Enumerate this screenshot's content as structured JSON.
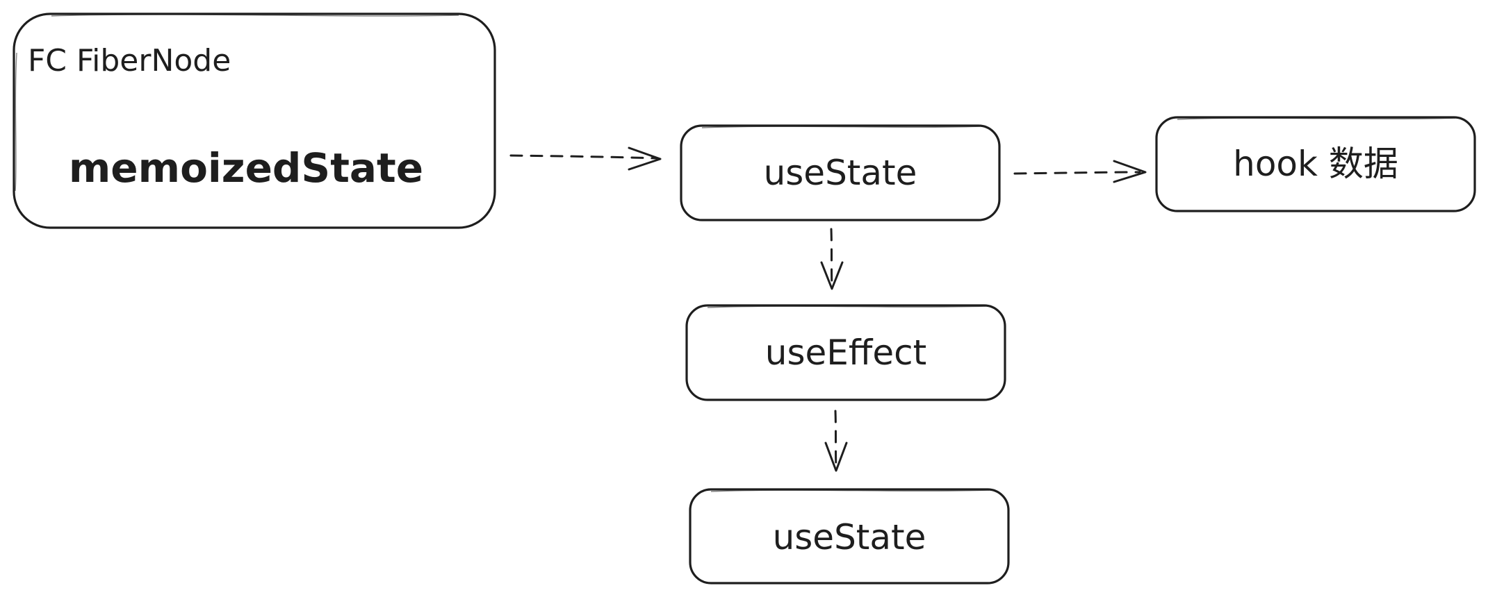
{
  "diagram": {
    "fiber_node": {
      "caption": "FC FiberNode",
      "field": "memoizedState"
    },
    "hooks": [
      {
        "label": "useState"
      },
      {
        "label": "useEffect"
      },
      {
        "label": "useState"
      }
    ],
    "hook_data": {
      "label": "hook 数据"
    },
    "colors": {
      "stroke": "#1e1e1e",
      "background": "#ffffff"
    }
  }
}
